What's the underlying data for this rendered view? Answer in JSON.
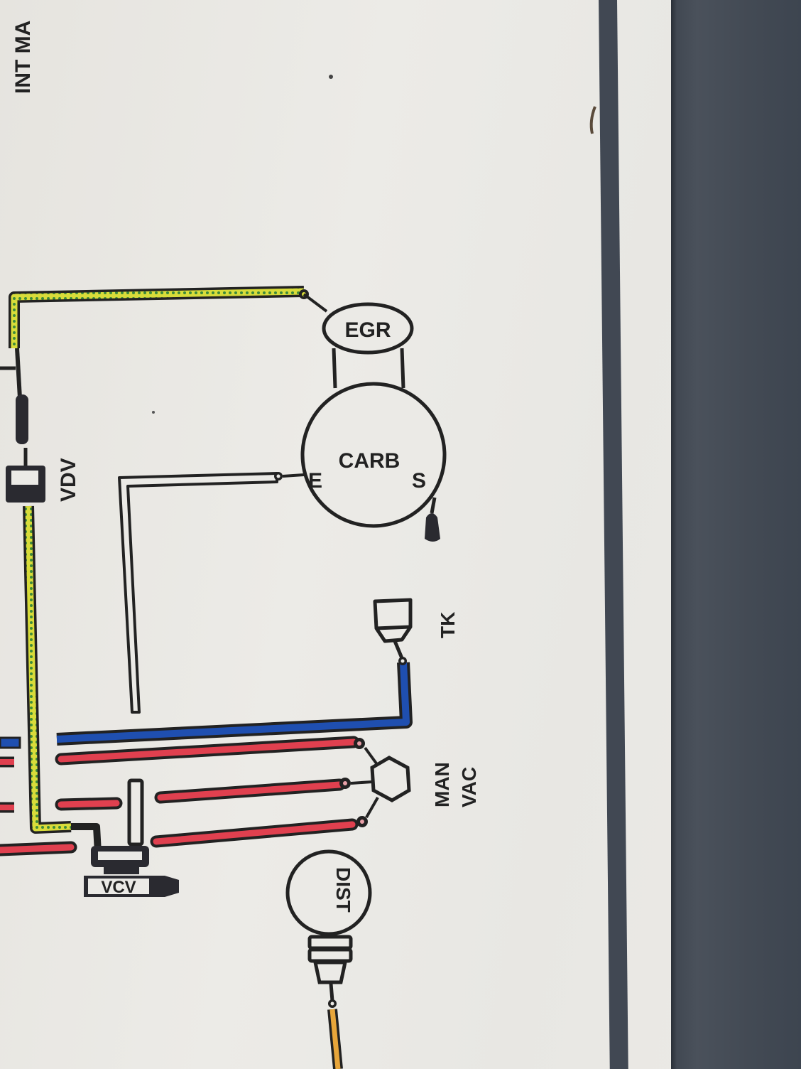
{
  "diagram": {
    "title_fragment": "INT MA",
    "components": {
      "egr": {
        "label": "EGR",
        "shape": "ellipse"
      },
      "carb": {
        "label": "CARB",
        "port_e": "E",
        "port_s": "S",
        "shape": "circle"
      },
      "vdv": {
        "label": "VDV",
        "shape": "valve-block"
      },
      "tk": {
        "label": "TK",
        "shape": "cup"
      },
      "man_vac": {
        "label_line1": "MAN",
        "label_line2": "VAC",
        "shape": "hexagon"
      },
      "vcv": {
        "label": "VCV",
        "shape": "valve-body"
      },
      "dist": {
        "label": "DIST",
        "shape": "circle-with-stem"
      }
    },
    "hose_colors": {
      "yellow_green_dotted": "#d8dc3a",
      "yellow_dots": "#3c8a3a",
      "blue": "#1f4fb0",
      "red": "#e0404f",
      "orange": "#e8a63a",
      "black_outline": "#222222",
      "white_hose": "#ebeae6"
    },
    "frame_color": "#434a54",
    "paper_color": "#e9e8e4"
  }
}
